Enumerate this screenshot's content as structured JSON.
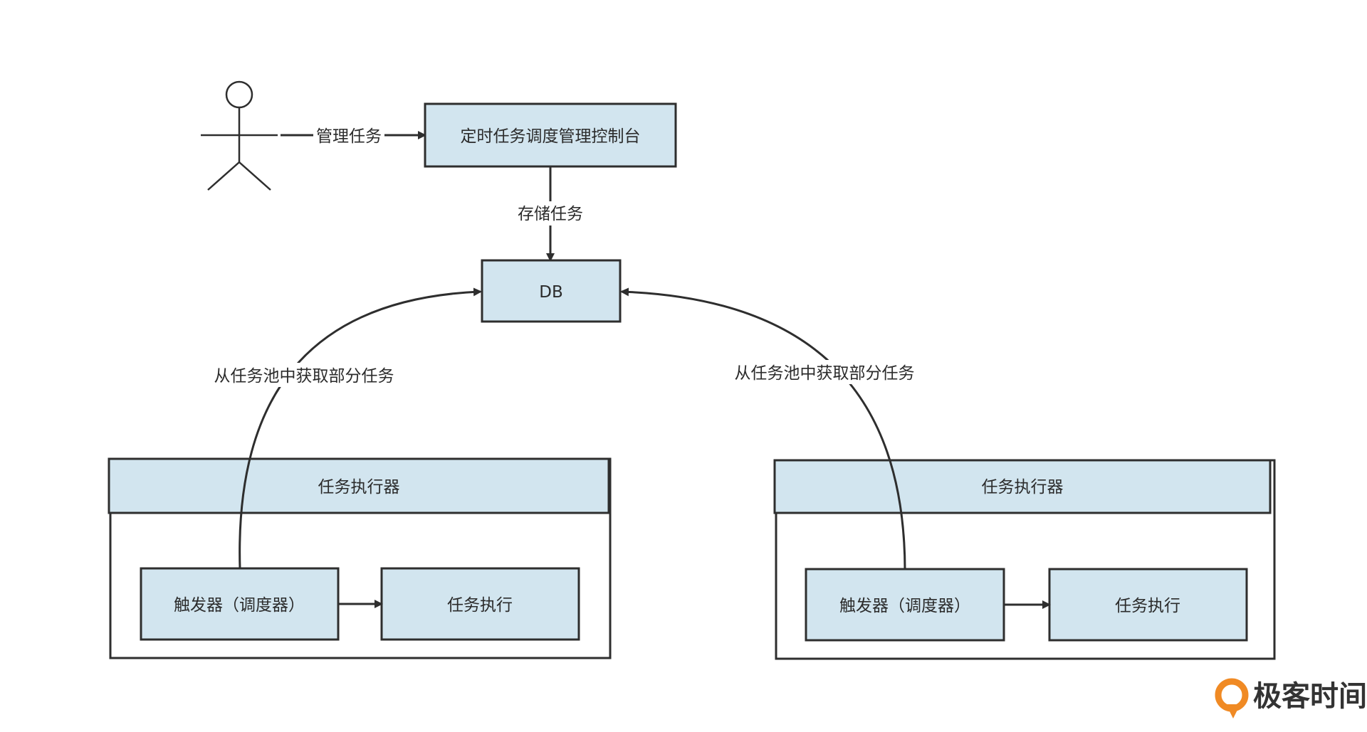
{
  "actor": {
    "icon": "stick-figure-user-icon"
  },
  "edges": {
    "manage": "管理任务",
    "store": "存储任务",
    "fetch_left": "从任务池中获取部分任务",
    "fetch_right": "从任务池中获取部分任务"
  },
  "nodes": {
    "console": "定时任务调度管理控制台",
    "db": "DB"
  },
  "executors": [
    {
      "title": "任务执行器",
      "trigger": "触发器（调度器）",
      "execute": "任务执行"
    },
    {
      "title": "任务执行器",
      "trigger": "触发器（调度器）",
      "execute": "任务执行"
    }
  ],
  "brand": {
    "name": "极客时间",
    "icon": "geektime-logo-icon",
    "color": "#f08a24"
  }
}
